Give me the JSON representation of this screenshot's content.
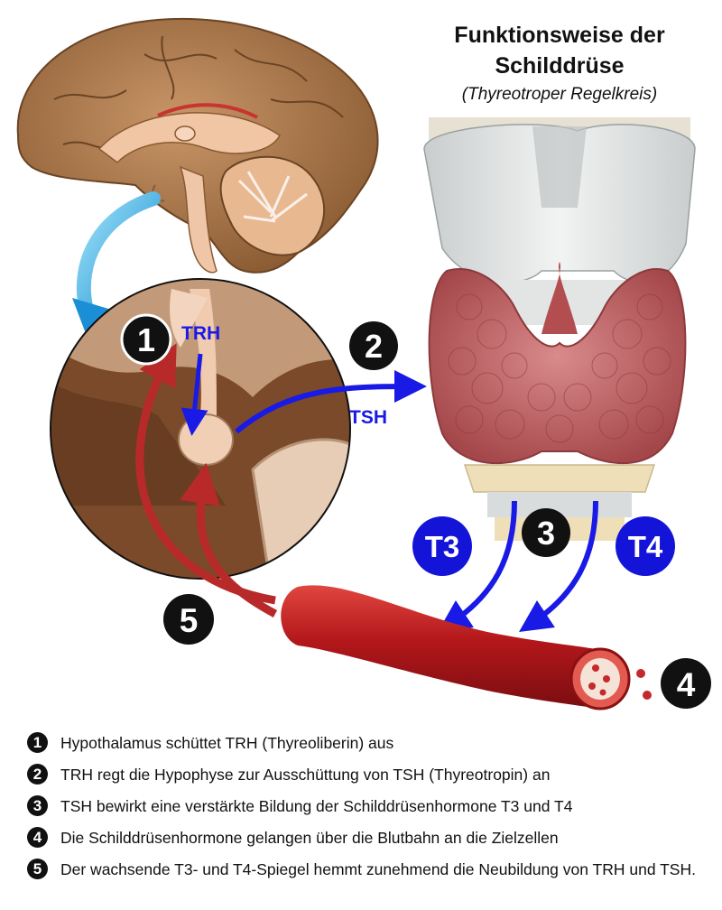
{
  "title": {
    "line1": "Funktionsweise der",
    "line2": "Schilddrüse",
    "subtitle": "(Thyreotroper Regelkreis)"
  },
  "labels": {
    "trh": "TRH",
    "tsh": "TSH",
    "t3": "T3",
    "t4": "T4"
  },
  "markers": [
    "1",
    "2",
    "3",
    "4",
    "5"
  ],
  "legend": [
    {
      "num": "1",
      "text": "Hypothalamus schüttet TRH (Thyreoliberin) aus"
    },
    {
      "num": "2",
      "text": "TRH regt die Hypophyse zur Ausschüttung von TSH (Thyreotropin) an"
    },
    {
      "num": "3",
      "text": "TSH bewirkt eine verstärkte Bildung der Schilddrüsenhormone T3 und T4"
    },
    {
      "num": "4",
      "text": "Die Schilddrüsenhormone gelangen über die Blutbahn an die Zielzellen"
    },
    {
      "num": "5",
      "text": "Der wachsende T3- und T4-Spiegel hemmt zunehmend die Neubildung von TRH und TSH."
    }
  ],
  "colors": {
    "blue_arrow": "#1a1ae6",
    "red_arrow": "#b82a2a",
    "blood_vessel": "#b3171b",
    "thyroid": "#c45d5f",
    "cartilage": "#d9dcdc",
    "brain": "#b07a4e",
    "badge_blue": "#1414d8"
  }
}
